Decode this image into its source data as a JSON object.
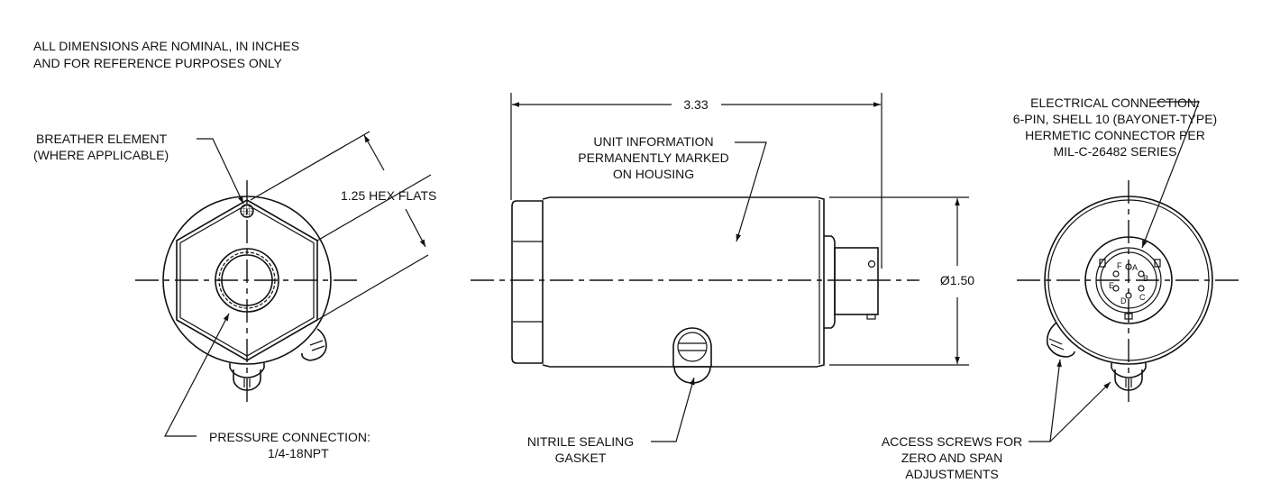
{
  "note": {
    "line1": "ALL DIMENSIONS ARE NOMINAL, IN INCHES",
    "line2": "AND FOR REFERENCE PURPOSES ONLY"
  },
  "front_view": {
    "breather": {
      "line1": "BREATHER ELEMENT",
      "line2": "(WHERE APPLICABLE)"
    },
    "hex_dim": "1.25 HEX FLATS",
    "pressure": {
      "line1": "PRESSURE CONNECTION:",
      "line2": "1/4-18NPT"
    }
  },
  "side_view": {
    "length_dim": "3.33",
    "diameter_dim": "Ø1.50",
    "unit_info": {
      "line1": "UNIT INFORMATION",
      "line2": "PERMANENTLY MARKED",
      "line3": "ON HOUSING"
    },
    "gasket": {
      "line1": "NITRILE SEALING",
      "line2": "GASKET"
    }
  },
  "rear_view": {
    "electrical": {
      "line1": "ELECTRICAL CONNECTION:",
      "line2": "6-PIN, SHELL 10 (BAYONET-TYPE)",
      "line3": "HERMETIC CONNECTOR PER",
      "line4": "MIL-C-26482 SERIES"
    },
    "pins": [
      "A",
      "B",
      "C",
      "D",
      "E",
      "F"
    ],
    "access_screws": {
      "line1": "ACCESS SCREWS FOR",
      "line2": "ZERO AND SPAN",
      "line3": "ADJUSTMENTS"
    }
  }
}
